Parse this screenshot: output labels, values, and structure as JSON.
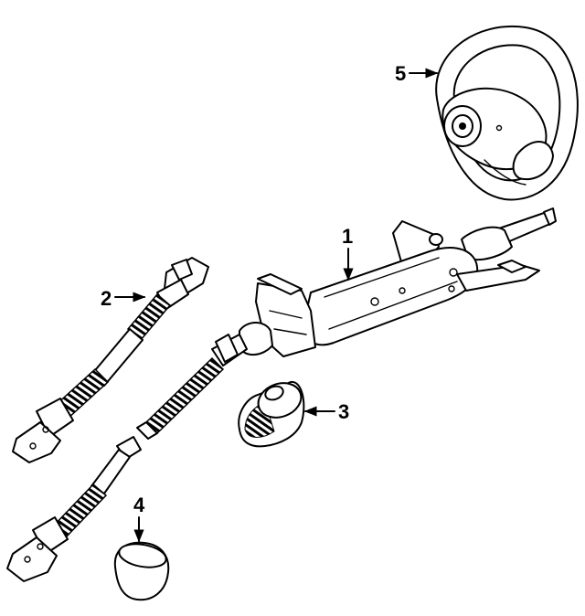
{
  "diagram": {
    "callouts": [
      {
        "id": "1",
        "label": "1",
        "part": "steering-column"
      },
      {
        "id": "2",
        "label": "2",
        "part": "lower-intermediate-shaft"
      },
      {
        "id": "3",
        "label": "3",
        "part": "shaft-boot"
      },
      {
        "id": "4",
        "label": "4",
        "part": "cap"
      },
      {
        "id": "5",
        "label": "5",
        "part": "steering-wheel"
      }
    ]
  }
}
